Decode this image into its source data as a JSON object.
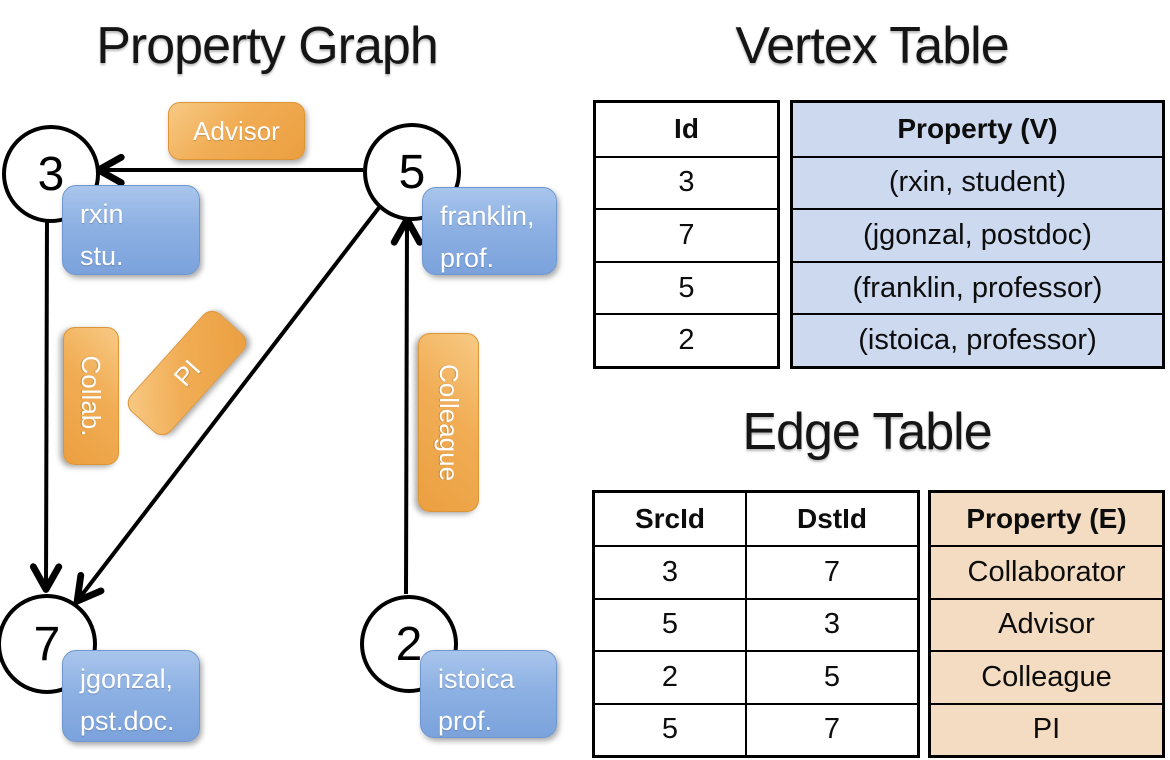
{
  "titles": {
    "graph": "Property Graph",
    "vertex_table": "Vertex Table",
    "edge_table": "Edge Table"
  },
  "graph": {
    "nodes": {
      "n3": "3",
      "n5": "5",
      "n7": "7",
      "n2": "2"
    },
    "vertex_labels": {
      "rxin": {
        "line1": "rxin",
        "line2": "stu."
      },
      "franklin": {
        "line1": "franklin,",
        "line2": "prof."
      },
      "jgonzal": {
        "line1": "jgonzal,",
        "line2": "pst.doc."
      },
      "istoica": {
        "line1": "istoica",
        "line2": "prof."
      }
    },
    "edge_labels": {
      "advisor": "Advisor",
      "collab": "Collab.",
      "pi": "PI",
      "colleague": "Colleague"
    }
  },
  "vertex_table": {
    "headers": {
      "id": "Id",
      "property": "Property (V)"
    },
    "rows": [
      {
        "id": "3",
        "property": "(rxin, student)"
      },
      {
        "id": "7",
        "property": "(jgonzal, postdoc)"
      },
      {
        "id": "5",
        "property": "(franklin, professor)"
      },
      {
        "id": "2",
        "property": "(istoica, professor)"
      }
    ]
  },
  "edge_table": {
    "headers": {
      "src": "SrcId",
      "dst": "DstId",
      "property": "Property (E)"
    },
    "rows": [
      {
        "src": "3",
        "dst": "7",
        "property": "Collaborator"
      },
      {
        "src": "5",
        "dst": "3",
        "property": "Advisor"
      },
      {
        "src": "2",
        "dst": "5",
        "property": "Colleague"
      },
      {
        "src": "5",
        "dst": "7",
        "property": "PI"
      }
    ]
  },
  "colors": {
    "edge_label_fill": "#f0a74e",
    "vertex_label_fill": "#84a9e0",
    "vertex_property_fill": "#ccd9ef",
    "edge_property_fill": "#f4dcc2",
    "line": "#000000"
  }
}
